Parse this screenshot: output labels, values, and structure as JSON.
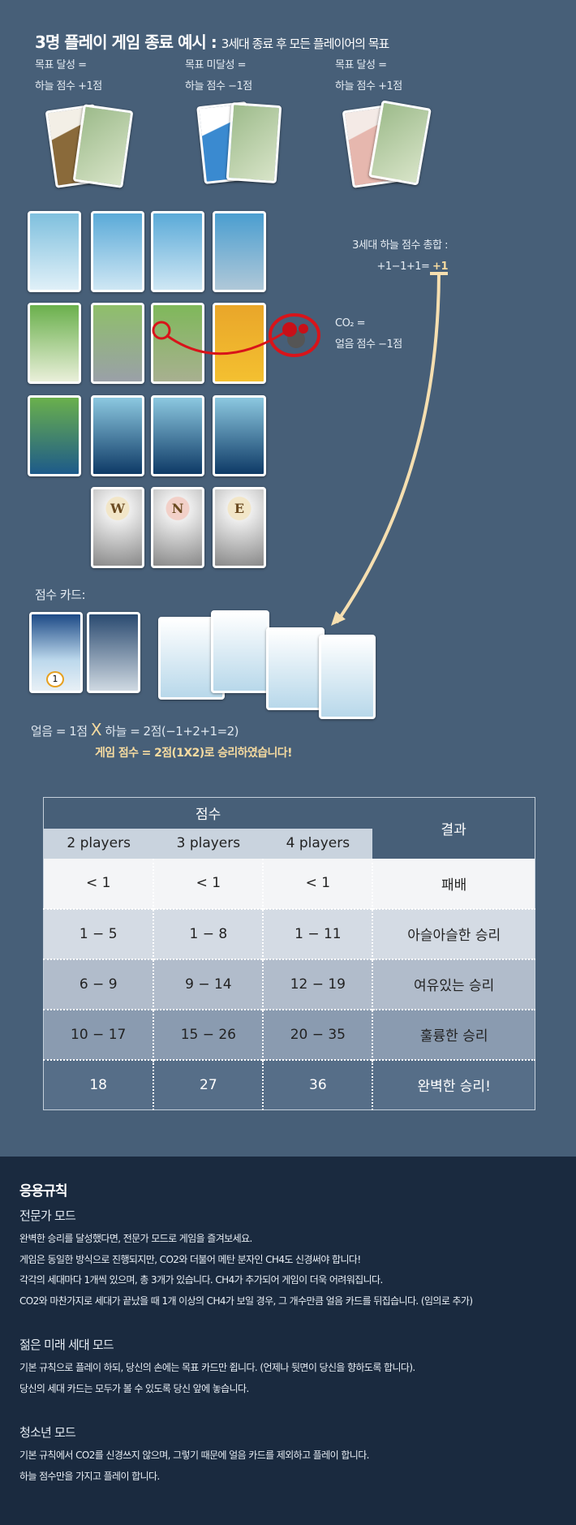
{
  "example": {
    "title": "3명 플레이 게임 종료 예시 :",
    "subtitle": "3세대 종료 후 모든 플레이어의 목표",
    "objectives": [
      {
        "line1": "목표 달성 =",
        "line2": "하늘 점수 +1점",
        "color": "#8a6a3a"
      },
      {
        "line1": "목표 미달성 =",
        "line2": "하늘 점수 −1점",
        "color": "#3a8ad0"
      },
      {
        "line1": "목표 달성 =",
        "line2": "하늘 점수 +1점",
        "color": "#e6b7ae"
      }
    ],
    "sky_total_label": "3세대 하늘 점수 총합 :",
    "sky_total_formula": "+1−1+1=",
    "sky_total_value": "+1",
    "co2_line1": "CO₂ =",
    "co2_line2": "얼음 점수 −1점",
    "score_cards_label": "점수 카드:",
    "formula_a": "얼음 = 1점",
    "formula_x": "X",
    "formula_b": "하늘 = 2점(−1+2+1=2)",
    "result": "게임 점수 = 2점(1X2)로 승리하였습니다!",
    "score_card_value": "1",
    "compass": [
      "W",
      "N",
      "E"
    ]
  },
  "table": {
    "score_header": "점수",
    "result_header": "결과",
    "players": [
      "2 players",
      "3 players",
      "4 players"
    ],
    "rows": [
      {
        "cells": [
          "< 1",
          "< 1",
          "< 1"
        ],
        "result": "패배",
        "bg": "#f4f5f7"
      },
      {
        "cells": [
          "1 − 5",
          "1 − 8",
          "1 − 11"
        ],
        "result": "아슬아슬한 승리",
        "bg": "#d4dbe4"
      },
      {
        "cells": [
          "6 − 9",
          "9 − 14",
          "12 − 19"
        ],
        "result": "여유있는 승리",
        "bg": "#b1bccb"
      },
      {
        "cells": [
          "10 − 17",
          "15 − 26",
          "20 − 35"
        ],
        "result": "훌륭한 승리",
        "bg": "#8a9bb0"
      },
      {
        "cells": [
          "18",
          "27",
          "36"
        ],
        "result": "완벽한 승리!",
        "bg": "#566e88"
      }
    ]
  },
  "rules": {
    "title": "응용규칙",
    "sections": [
      {
        "heading": "전문가 모드",
        "lines": [
          "완벽한 승리를 달성했다면, 전문가 모드로 게임을 즐겨보세요.",
          "게임은 동일한 방식으로 진행되지만, CO2와 더불어 메탄 분자인 CH4도 신경써야 합니다!",
          "각각의 세대마다 1개씩 있으며, 총 3개가 있습니다. CH4가 추가되어 게임이 더욱 어려워집니다.",
          "CO2와 마찬가지로 세대가 끝났을 때 1개 이상의 CH4가 보일 경우, 그 개수만큼 얼음 카드를 뒤집습니다. (임의로 추가)"
        ]
      },
      {
        "heading": "젊은 미래 세대 모드",
        "lines": [
          "기본 규칙으로 플레이 하되, 당신의 손에는 목표 카드만 쥡니다. (언제나 뒷면이 당신을 향하도록 합니다).",
          "당신의 세대 카드는 모두가 볼 수 있도록 당신 앞에 놓습니다."
        ]
      },
      {
        "heading": "청소년 모드",
        "lines": [
          "기본 규칙에서 CO2를 신경쓰지 않으며, 그렇기 때문에 얼음 카드를 제외하고 플레이 합니다.",
          "하늘 점수만을 가지고 플레이 합니다."
        ]
      }
    ]
  }
}
